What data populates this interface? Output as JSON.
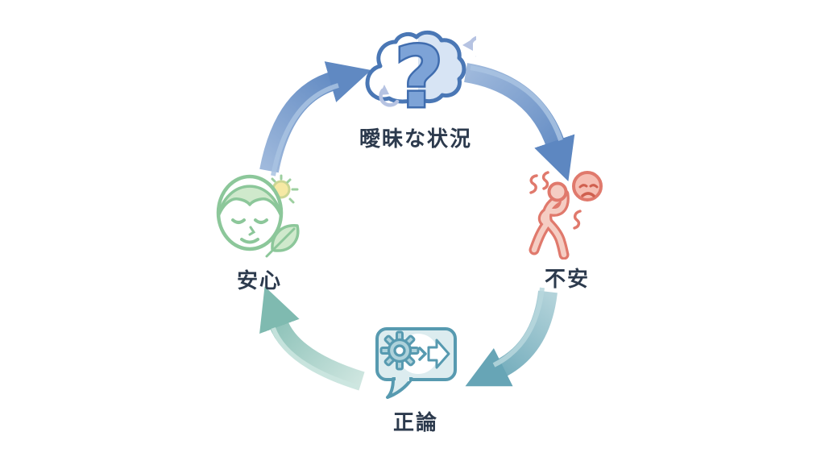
{
  "diagram": {
    "type": "cycle-diagram",
    "background": "#ffffff",
    "text_color": "#2c3a4d",
    "nodes": [
      {
        "id": "ambiguous-situation",
        "label": "曖昧な状況",
        "icon": "cloud-question-icon",
        "accent_color": "#4a77b5",
        "position": "top"
      },
      {
        "id": "anxiety",
        "label": "不安",
        "icon": "anxious-person-icon",
        "accent_color": "#e0796c",
        "position": "right"
      },
      {
        "id": "blunt-logic",
        "label": "正論",
        "icon": "speech-bubble-gear-icon",
        "accent_color": "#579ab0",
        "position": "bottom"
      },
      {
        "id": "relief",
        "label": "安心",
        "icon": "calm-face-icon",
        "accent_color": "#8cc79a",
        "position": "left"
      }
    ],
    "arrows": [
      {
        "from": "relief",
        "to": "ambiguous-situation",
        "color": "#6089c2",
        "light_color": "#a9c3e2"
      },
      {
        "from": "ambiguous-situation",
        "to": "anxiety",
        "color": "#5d87c1",
        "light_color": "#a9c3e2"
      },
      {
        "from": "anxiety",
        "to": "blunt-logic",
        "color": "#67a5b6",
        "light_color": "#b7d7dd"
      },
      {
        "from": "blunt-logic",
        "to": "relief",
        "color": "#7fbab0",
        "light_color": "#cde6e1"
      }
    ]
  }
}
